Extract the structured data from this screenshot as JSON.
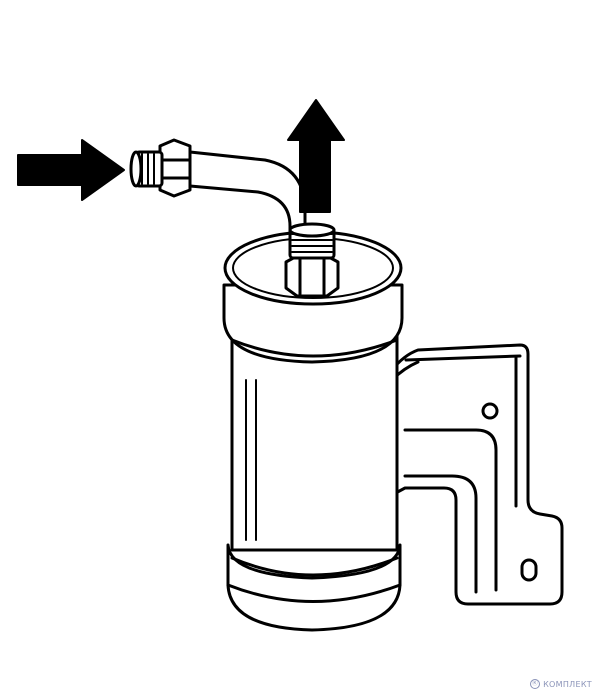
{
  "diagram": {
    "subject": "receiver-drier",
    "flow_in_direction": "right",
    "flow_out_direction": "up"
  },
  "watermark": {
    "text": "КОМПЛЕКТ",
    "color": "#8a93b8"
  }
}
